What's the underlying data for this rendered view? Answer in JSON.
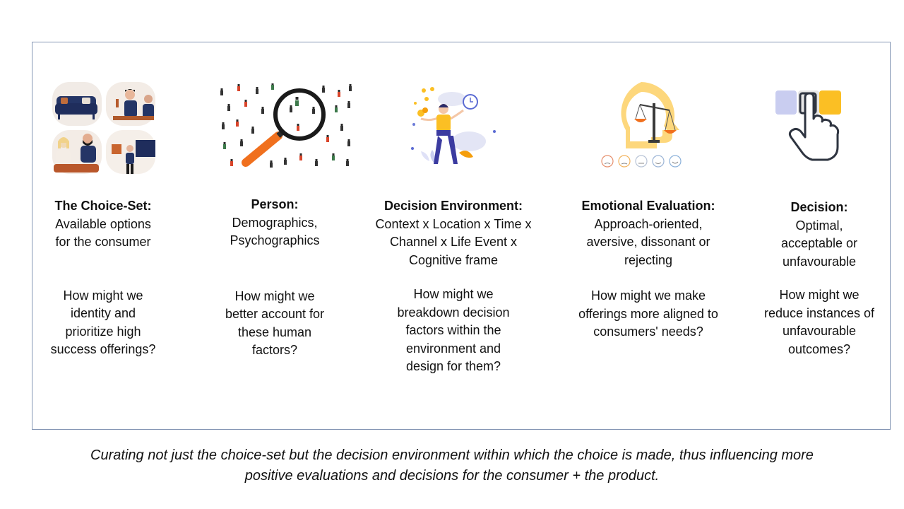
{
  "columns": [
    {
      "heading": "The Choice-Set:",
      "desc": "Available options\nfor the consumer",
      "question": "How might we\nidentity and\nprioritize high\nsuccess offerings?"
    },
    {
      "heading": "Person:",
      "desc": "Demographics,\nPsychographics",
      "question": "How might we\nbetter account for\nthese human\nfactors?"
    },
    {
      "heading": "Decision Environment:",
      "desc": "Context x Location x Time x\nChannel x Life Event x\nCognitive frame",
      "question": "How might we\nbreakdown decision\nfactors within the\nenvironment and\ndesign for them?"
    },
    {
      "heading": "Emotional Evaluation:",
      "desc": "Approach-oriented,\naversive, dissonant or\nrejecting",
      "question": "How might we make\nofferings more aligned to\nconsumers' needs?"
    },
    {
      "heading": "Decision:",
      "desc": "Optimal,\nacceptable or\nunfavourable",
      "question": "How might we\nreduce instances of\nunfavourable\noutcomes?"
    }
  ],
  "caption": "Curating not just the choice-set but the decision environment within which the choice is made, thus influencing more\npositive evaluations and decisions for the consumer + the product.",
  "icons": [
    "choice-set-illustration",
    "magnifier-crowd-illustration",
    "decision-environment-illustration",
    "emotional-scale-illustration",
    "touch-selection-illustration"
  ],
  "colors": {
    "frame": "#8597b5",
    "accent_orange": "#f0701e",
    "accent_yellow": "#fbbf24",
    "accent_lavender": "#c9cdf0",
    "navy": "#1f2d5c"
  }
}
